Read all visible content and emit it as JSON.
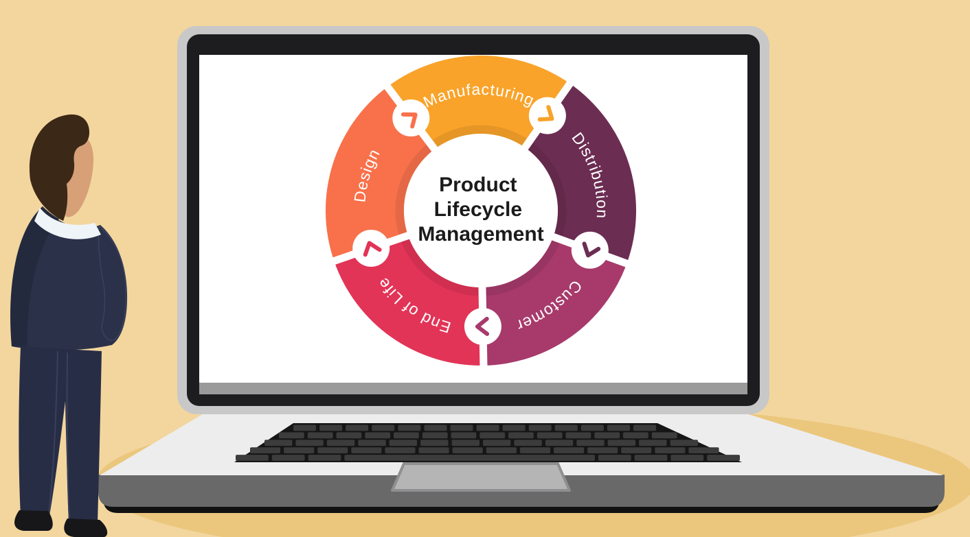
{
  "scene": {
    "background_color": "#F3D69E",
    "floor_shadow_color": "#EBC77D"
  },
  "laptop": {
    "frame_color": "#C8C8C8",
    "bezel_color": "#1D1D20",
    "screen_color": "#FFFFFF",
    "screen_strip_color": "#9A9A9A",
    "body_color": "#EDEDEE",
    "body_edge_color": "#696969",
    "underside_color": "#111111",
    "keyboard_color": "#161616",
    "key_color": "#3C3C3C",
    "trackpad_color": "#B5B5B6"
  },
  "diagram": {
    "center_title_lines": [
      "Product",
      "Lifecycle",
      "Management"
    ],
    "title_color": "#1B1B1B",
    "label_color": "#FFFFFF",
    "divider_color": "#FFFFFF",
    "arrow_circle_color": "#FFFFFF",
    "segments": [
      {
        "label": "Manufacturing",
        "color": "#F9A32A"
      },
      {
        "label": "Distribution",
        "color": "#6C2D52"
      },
      {
        "label": "Customer",
        "color": "#A73A6B"
      },
      {
        "label": "End of Life",
        "color": "#E23457"
      },
      {
        "label": "Design",
        "color": "#F8714B"
      }
    ]
  },
  "person": {
    "suit_color": "#2B3149",
    "suit_shade_color": "#232A3E",
    "trouser_color": "#272D45",
    "hair_color": "#3B2817",
    "skin_color": "#D7A077",
    "collar_color": "#EFF4F8",
    "shoe_color": "#17171A"
  }
}
